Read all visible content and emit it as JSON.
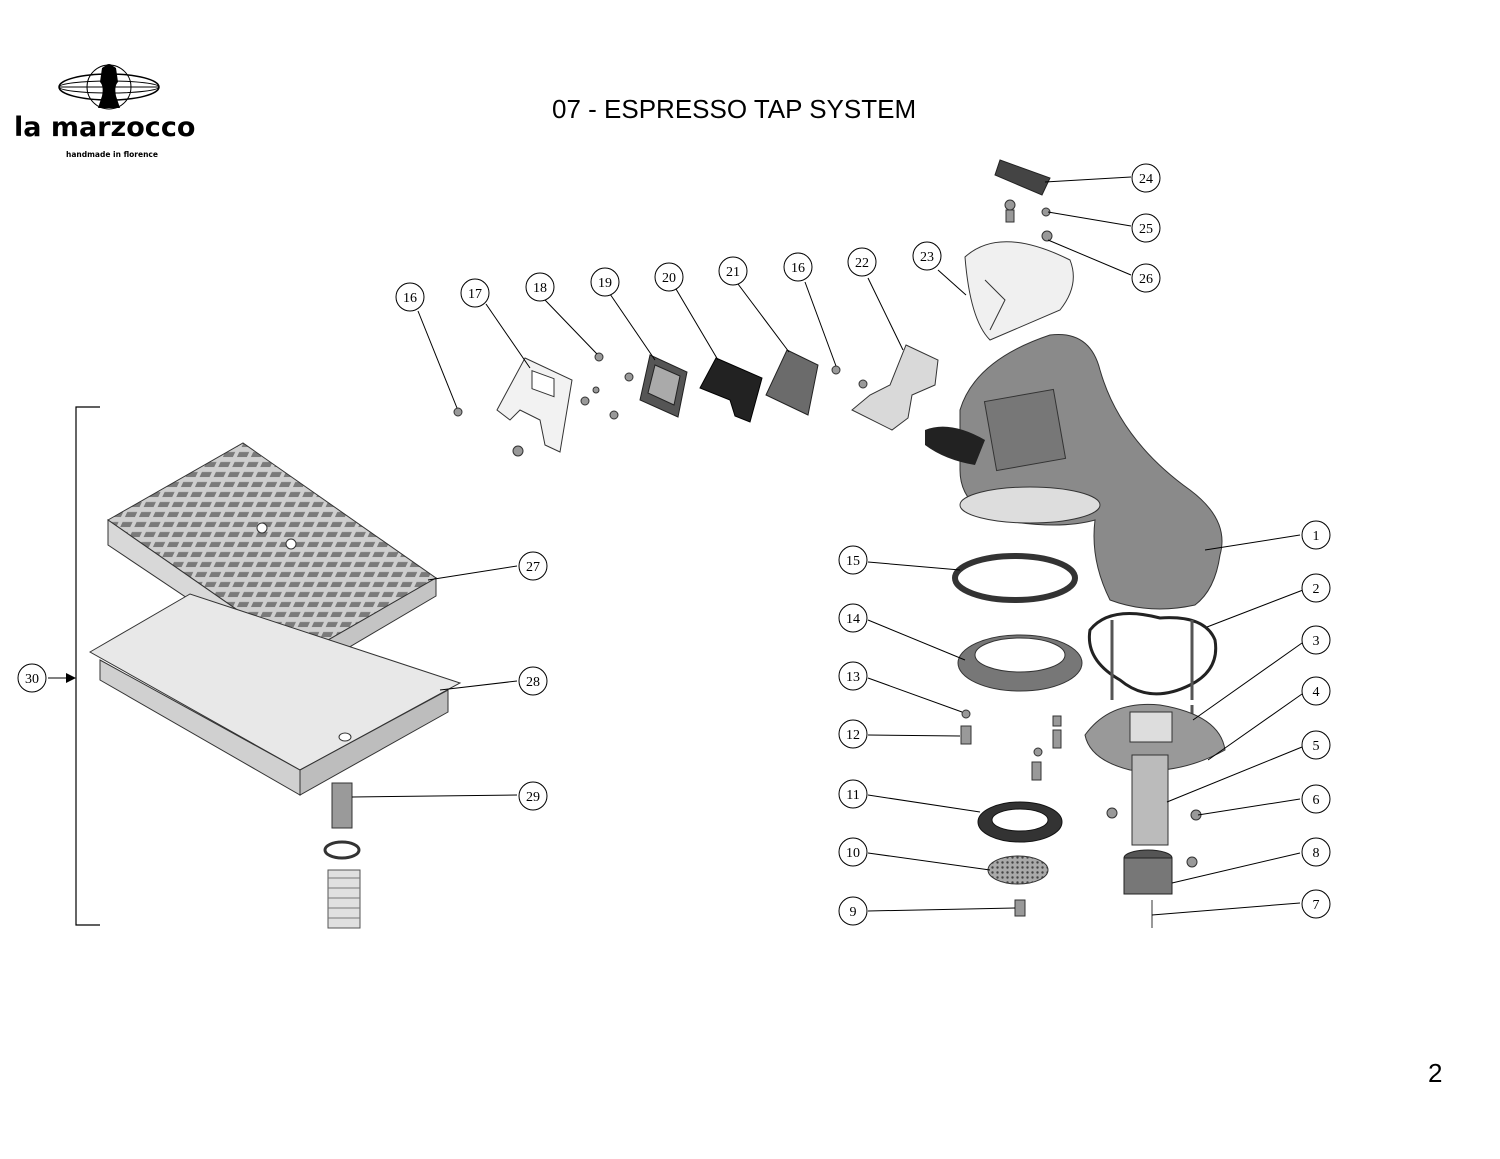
{
  "brand": {
    "name": "la marzocco",
    "tagline": "handmade in florence",
    "logo_icon": "globe-figure-logo"
  },
  "title": "07 - ESPRESSO TAP SYSTEM",
  "page_number": "2",
  "callouts": [
    {
      "id": "c1",
      "label": "1"
    },
    {
      "id": "c2",
      "label": "2"
    },
    {
      "id": "c3",
      "label": "3"
    },
    {
      "id": "c4",
      "label": "4"
    },
    {
      "id": "c5",
      "label": "5"
    },
    {
      "id": "c6",
      "label": "6"
    },
    {
      "id": "c7",
      "label": "7"
    },
    {
      "id": "c8",
      "label": "8"
    },
    {
      "id": "c9",
      "label": "9"
    },
    {
      "id": "c10",
      "label": "10"
    },
    {
      "id": "c11",
      "label": "11"
    },
    {
      "id": "c12",
      "label": "12"
    },
    {
      "id": "c13",
      "label": "13"
    },
    {
      "id": "c14",
      "label": "14"
    },
    {
      "id": "c15",
      "label": "15"
    },
    {
      "id": "c16a",
      "label": "16"
    },
    {
      "id": "c17",
      "label": "17"
    },
    {
      "id": "c18",
      "label": "18"
    },
    {
      "id": "c19",
      "label": "19"
    },
    {
      "id": "c20",
      "label": "20"
    },
    {
      "id": "c21",
      "label": "21"
    },
    {
      "id": "c16b",
      "label": "16"
    },
    {
      "id": "c22",
      "label": "22"
    },
    {
      "id": "c23",
      "label": "23"
    },
    {
      "id": "c24",
      "label": "24"
    },
    {
      "id": "c25",
      "label": "25"
    },
    {
      "id": "c26",
      "label": "26"
    },
    {
      "id": "c27",
      "label": "27"
    },
    {
      "id": "c28",
      "label": "28"
    },
    {
      "id": "c29",
      "label": "29"
    },
    {
      "id": "c30",
      "label": "30"
    }
  ]
}
